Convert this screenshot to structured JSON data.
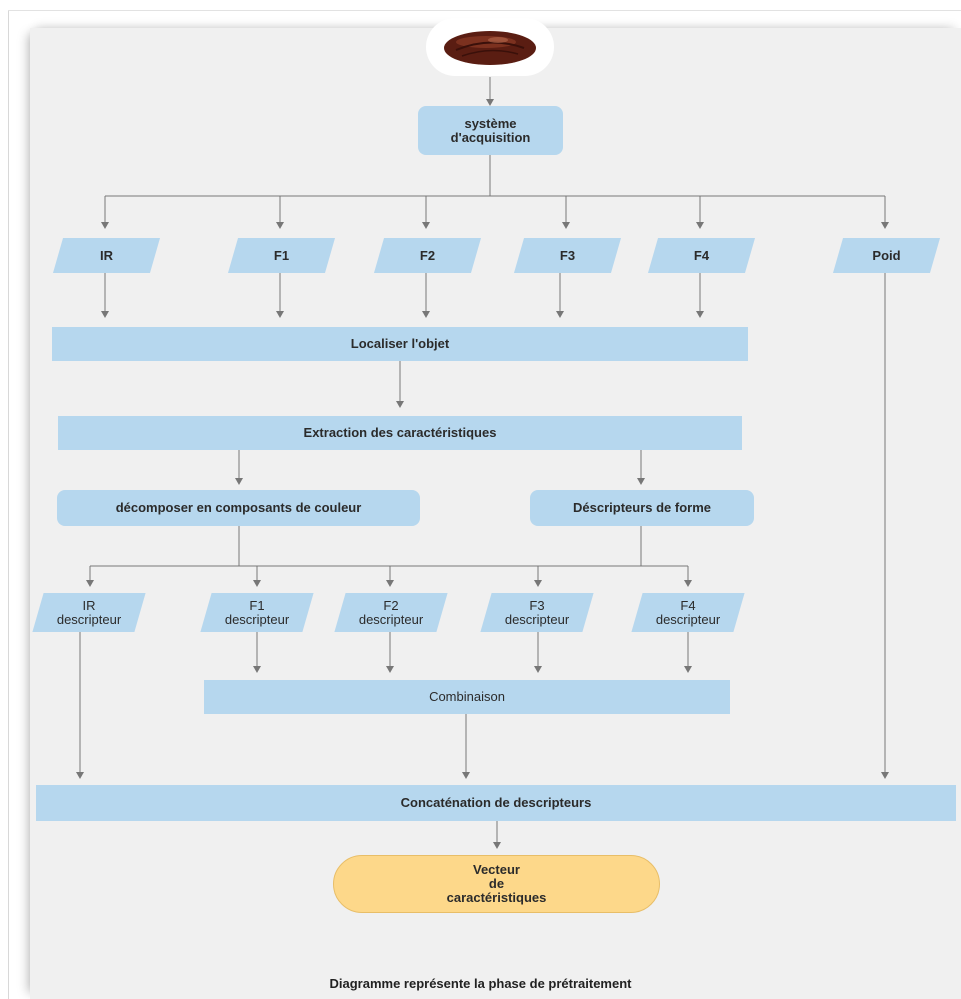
{
  "diagram": {
    "acquisition": "système\nd'acquisition",
    "channels": [
      "IR",
      "F1",
      "F2",
      "F3",
      "F4"
    ],
    "weight": "Poid",
    "localize": "Localiser l'objet",
    "extraction": "Extraction des caractéristiques",
    "color_decomposition": "décomposer en composants de couleur",
    "shape_descriptors": "Déscripteurs de forme",
    "descriptors": [
      "IR\ndescripteur",
      "F1\ndescripteur",
      "F2\ndescripteur",
      "F3\ndescripteur",
      "F4\ndescripteur"
    ],
    "combination": "Combinaison",
    "concatenation": "Concaténation de descripteurs",
    "output": "Vecteur\nde\ncaractéristiques",
    "caption": "Diagramme représente la phase de prétraitement"
  },
  "colors": {
    "node_fill": "#b6d7ee",
    "output_fill": "#fdd88a",
    "background": "#f0f0f0",
    "edge": "#777777"
  }
}
